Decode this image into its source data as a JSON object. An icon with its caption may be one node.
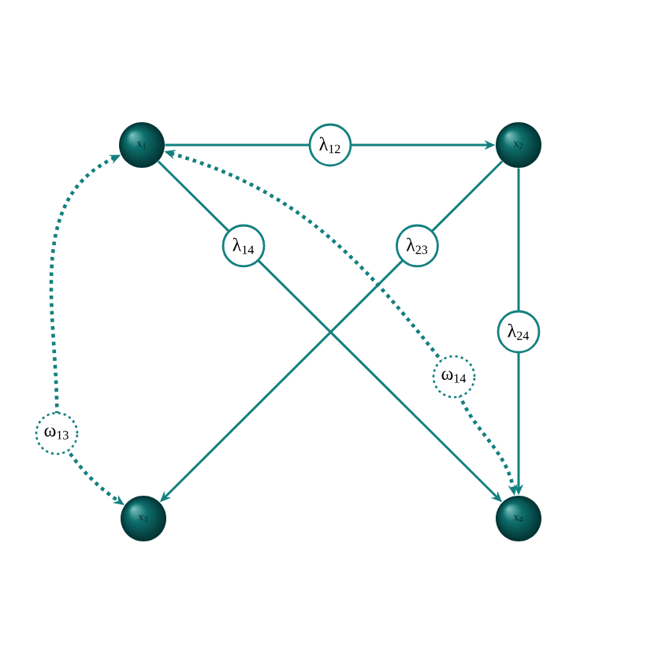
{
  "diagram": {
    "nodes": [
      {
        "text": [
          "x$_{1}$"
        ]
      },
      {
        "text": [
          "x$_{2}$"
        ]
      },
      {
        "text": [
          "x$_{3}$"
        ]
      },
      {
        "text": [
          "x$_{4}$"
        ]
      }
    ],
    "edges": [
      {
        "from": 0,
        "to": 1,
        "arrow": "to",
        "label": "λ$_{12}$"
      },
      {
        "from": 0,
        "to": 3,
        "arrow": "to",
        "label": "λ$_{14}$"
      },
      {
        "from": 1,
        "to": 2,
        "arrow": "to",
        "label": "λ$_{23}$"
      },
      {
        "from": 1,
        "to": 3,
        "arrow": "to",
        "label": "λ$_{24}$"
      },
      {
        "from": 0,
        "to": 2,
        "arrow": "both",
        "label": "ω$_{13}$",
        "style": "dashed"
      },
      {
        "from": 0,
        "to": 3,
        "arrow": "both",
        "label": "ω$_{14}$",
        "style": "dashed"
      }
    ]
  }
}
